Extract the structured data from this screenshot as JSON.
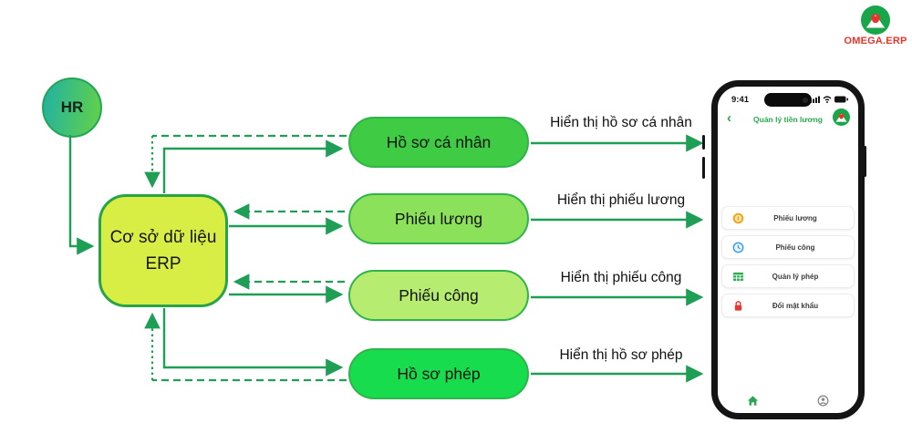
{
  "css_vars": {
    "arrow": "#1f9e55",
    "accent": "#2ba84e",
    "node-border": "#2eb44a"
  },
  "brand": {
    "name": "OMEGA.ERP",
    "color": "#e8352b"
  },
  "actor": {
    "label": "HR"
  },
  "database": {
    "line1": "Cơ sở dữ liệu",
    "line2": "ERP",
    "fill": "#d8ee45"
  },
  "flow_nodes": [
    {
      "label": "Hồ sơ cá nhân",
      "fill": "#3fcb44"
    },
    {
      "label": "Phiếu lương",
      "fill": "#8be25a"
    },
    {
      "label": "Phiếu công",
      "fill": "#b6ec70"
    },
    {
      "label": "Hồ sơ phép",
      "fill": "#17dd4e"
    }
  ],
  "arrow_labels": [
    "Hiển thị hồ sơ cá nhân",
    "Hiển thị phiếu lương",
    "Hiển thị phiếu công",
    "Hiển thị hồ sơ phép"
  ],
  "phone": {
    "status_time": "9:41",
    "back_glyph": "‹",
    "nav_title": "Quản lý tiền lương",
    "menu_items": [
      {
        "label": "Phiếu lương",
        "icon": "coin-icon",
        "icon_color": "#f2a51d"
      },
      {
        "label": "Phiếu công",
        "icon": "clock-icon",
        "icon_color": "#2e9bf0"
      },
      {
        "label": "Quản lý phép",
        "icon": "table-icon",
        "icon_color": "#2dab4f"
      },
      {
        "label": "Đổi mật khẩu",
        "icon": "lock-icon",
        "icon_color": "#e53935"
      }
    ]
  }
}
